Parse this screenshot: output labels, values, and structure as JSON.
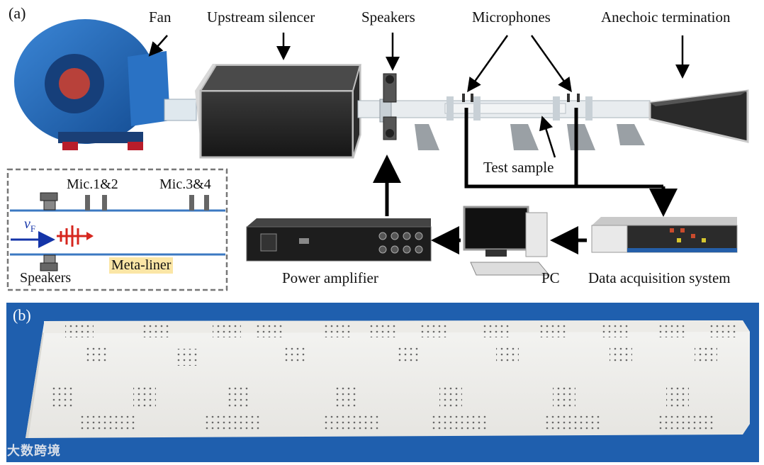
{
  "panel_a": {
    "tag": "(a)",
    "labels": {
      "fan": "Fan",
      "upstream_silencer": "Upstream silencer",
      "speakers_top": "Speakers",
      "microphones": "Microphones",
      "anechoic_termination": "Anechoic termination",
      "test_sample": "Test sample",
      "power_amplifier": "Power amplifier",
      "pc": "PC",
      "data_acquisition": "Data acquisition system"
    },
    "inset": {
      "mic12": "Mic.1&2",
      "mic34": "Mic.3&4",
      "velocity_symbol": "v",
      "velocity_subscript": "F",
      "speakers": "Speakers",
      "meta_liner": "Meta-liner"
    }
  },
  "panel_b": {
    "tag": "(b)"
  },
  "watermark": "大数跨境",
  "colors": {
    "fan_blue": "#1f66b8",
    "panel_b_bg": "#1f5fae",
    "pipe_blue": "#2a6db8",
    "arrow_red": "#d6261e",
    "arrow_blue": "#1434a8",
    "meta_liner_bg": "#fbe6a6"
  }
}
